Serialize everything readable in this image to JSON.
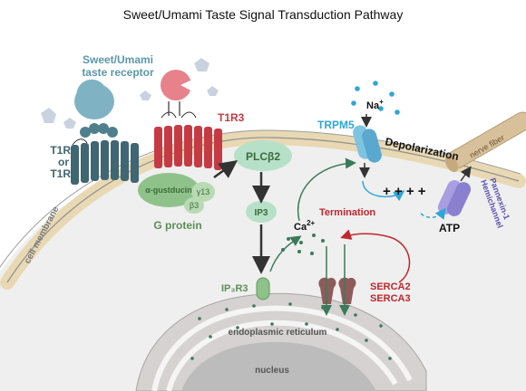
{
  "title": "Sweet/Umami Taste Signal Transduction Pathway",
  "labels": {
    "receptor_title_line1": "Sweet/Umami",
    "receptor_title_line2": "taste receptor",
    "t1r1_line1": "T1R1",
    "t1r1_line2": "or",
    "t1r1_line3": "T1R2",
    "t1r3": "T1R3",
    "cell_membrane": "cell membrane",
    "alpha_gustducin": "α-gustducin",
    "gamma13": "γ13",
    "beta3": "β3",
    "g_protein": "G protein",
    "plcb2": "PLCβ2",
    "ip3": "IP3",
    "ip3r3": "IP₃R3",
    "trpm5": "TRPM5",
    "na": "Na",
    "na_sup": "+",
    "depolarization": "Depolarization",
    "plus_signs": "+ + + +",
    "ca": "Ca",
    "ca_sup": "2+",
    "termination": "Termination",
    "serca2": "SERCA2",
    "serca3": "SERCA3",
    "atp": "ATP",
    "pannexin_line1": "Pannexin-1",
    "pannexin_line2": "Hemichannel",
    "nerve_fiber": "nerve fiber",
    "endoplasmic_reticulum": "endoplasmic reticulum",
    "nucleus": "nucleus"
  },
  "colors": {
    "receptor_blue": "#7fb3c4",
    "t1r1_body": "#3f6672",
    "t1r3_body": "#c63a44",
    "t1r3_head": "#e8828a",
    "membrane": "#e8d9b4",
    "g_protein": "#8fc28a",
    "plc": "#b7e0c9",
    "trpm5": "#7ec3e0",
    "na_dots": "#2ea7d6",
    "pannexin": "#a89ee0",
    "nerve_fiber": "#d8c09a",
    "termination_red": "#c0262c",
    "ca_dots": "#3b7a5a",
    "er": "#cfcaca",
    "nucleus": "#c4c3c3",
    "ligand": "#c9d3e0"
  }
}
